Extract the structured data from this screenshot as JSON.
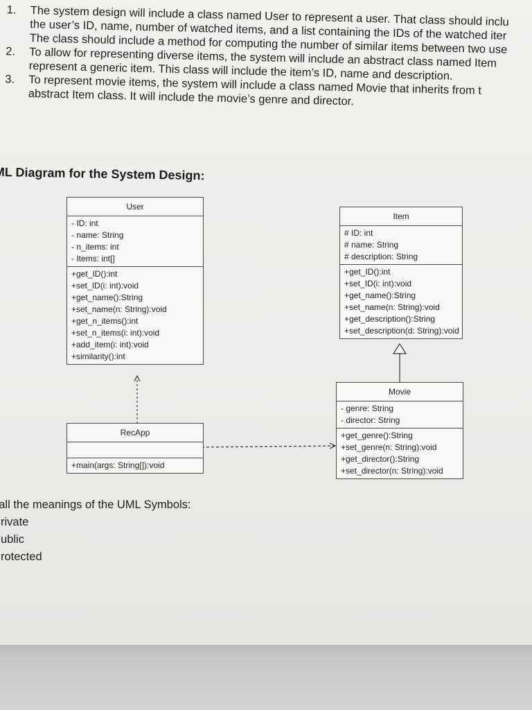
{
  "requirements": [
    {
      "number": "1.",
      "lines": [
        "The system design will include a class named User to represent a user. That class should inclu",
        "the user’s ID, name, number of watched items, and a list containing the IDs of the watched iter",
        "The class should include a method for computing the number of similar items between two use"
      ]
    },
    {
      "number": "2.",
      "lines": [
        "To allow for representing diverse items, the system will include an abstract class named Item",
        "represent a generic item. This class will include the item’s ID, name and description."
      ]
    },
    {
      "number": "3.",
      "lines": [
        "To represent movie items, the system will include a class named Movie that inherits from t",
        "abstract Item class. It will include the movie’s genre and director."
      ]
    }
  ],
  "heading": "ML Diagram for the System Design:",
  "classes": {
    "user": {
      "name": "User",
      "attributes": [
        "- ID: int",
        "- name: String",
        "- n_items: int",
        "- Items: int[]"
      ],
      "methods": [
        "+get_ID():int",
        "+set_ID(i: int):void",
        "+get_name():String",
        "+set_name(n: String):void",
        "+get_n_items():int",
        "+set_n_items(i: int):void",
        "+add_item(i: int):void",
        "+similarity():int"
      ]
    },
    "item": {
      "name": "Item",
      "attributes": [
        "# ID: int",
        "# name: String",
        "# description: String"
      ],
      "methods": [
        "+get_ID():int",
        "+set_ID(i: int):void",
        "+get_name():String",
        "+set_name(n: String):void",
        "+get_description():String",
        "+set_description(d: String):void"
      ]
    },
    "movie": {
      "name": "Movie",
      "attributes": [
        "- genre: String",
        "- director: String"
      ],
      "methods": [
        "+get_genre():String",
        "+set_genre(n: String):void",
        "+get_director():String",
        "+set_director(n: String):void"
      ]
    },
    "recapp": {
      "name": "RecApp",
      "attributes": [],
      "methods": [
        "+main(args: String[]):void"
      ]
    }
  },
  "legend": {
    "title": "call the meanings of the UML Symbols:",
    "items": [
      "Private",
      "Public",
      "Protected"
    ]
  }
}
